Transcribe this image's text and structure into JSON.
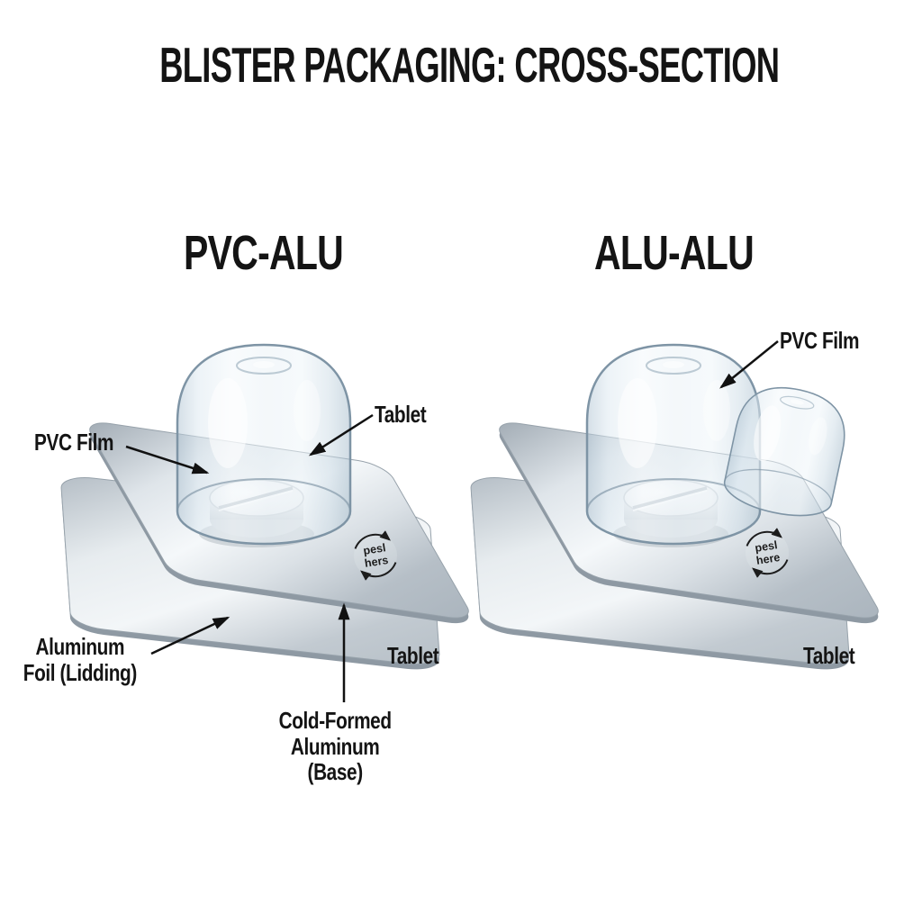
{
  "title": "BLISTER PACKAGING: CROSS-SECTION",
  "panels": {
    "left": {
      "heading": "PVC-ALU",
      "labels": {
        "pvc_film": "PVC Film",
        "tablet_upper": "Tablet",
        "aluminum_foil": [
          "Aluminum",
          "Foil (Lidding)"
        ],
        "cold_formed": [
          "Cold-Formed",
          "Aluminum",
          "(Base)"
        ],
        "tablet_lower": "Tablet"
      },
      "stamp": [
        "pesl",
        "hers"
      ]
    },
    "right": {
      "heading": "ALU-ALU",
      "labels": {
        "pvc_film": "PVC Film",
        "tablet_lower": "Tablet"
      },
      "stamp": [
        "pesl",
        "here"
      ]
    }
  },
  "colors": {
    "background": "#ffffff",
    "text": "#141414",
    "dome_tint": "#dfe8ee",
    "dome_edge": "#7e94a5",
    "tray_silver": "#c7ced4",
    "tablet_white": "#f6f8fa",
    "arrow": "#111111"
  }
}
